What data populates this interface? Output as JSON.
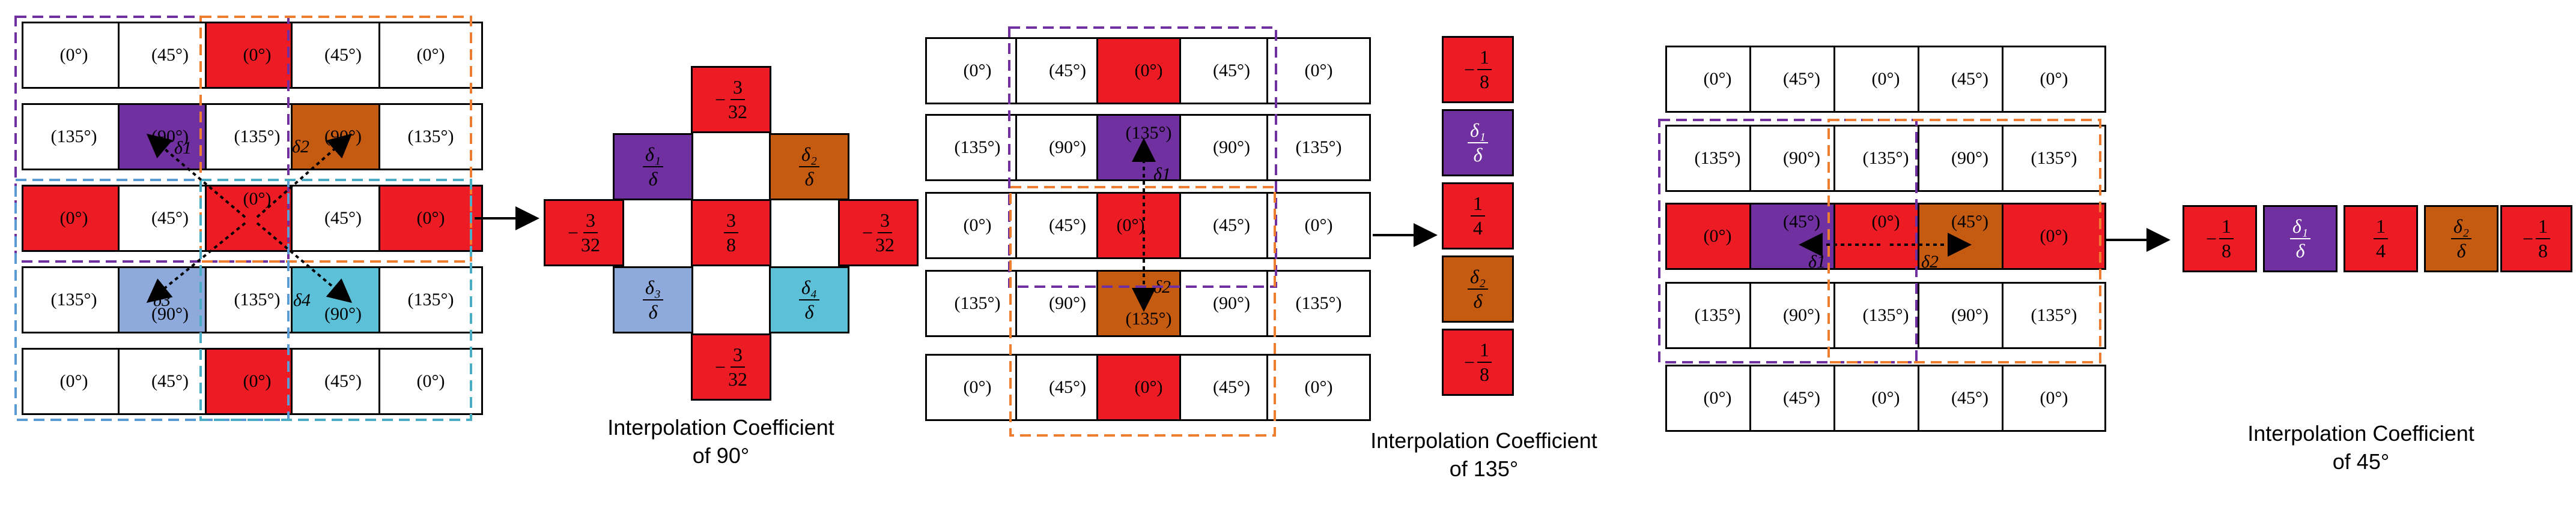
{
  "angles": {
    "a0": "(0°)",
    "a45": "(45°)",
    "a90": "(90°)",
    "a135": "(135°)"
  },
  "deltas": {
    "d1": "δ1",
    "d2": "δ2",
    "d3": "δ3",
    "d4": "δ4"
  },
  "coefficients": {
    "minus": "−",
    "c3_32_num": "3",
    "c3_32_den": "32",
    "c3_8_num": "3",
    "c3_8_den": "8",
    "c1_8_num": "1",
    "c1_8_den": "8",
    "c1_4_num": "1",
    "c1_4_den": "4",
    "delta_den": "δ",
    "d1_num": "δ₁",
    "d2_num": "δ₂",
    "d3_num": "δ₃",
    "d4_num": "δ₄"
  },
  "captions": {
    "c90_line1": "Interpolation Coefficient",
    "c90_line2": "of 90°",
    "c135_line1": "Interpolation Coefficient",
    "c135_line2": "of 135°",
    "c45_line1": "Interpolation Coefficient",
    "c45_line2": "of 45°"
  },
  "colors": {
    "red": "#ed1c24",
    "purple": "#7030a0",
    "orange": "#c55a11",
    "blue": "#8ea9db",
    "cyan": "#5bc0d8",
    "dash_purple": "#7030a0",
    "dash_orange": "#ed7d31",
    "dash_blue": "#5b9bd5",
    "dash_cyan": "#4bacc6"
  }
}
